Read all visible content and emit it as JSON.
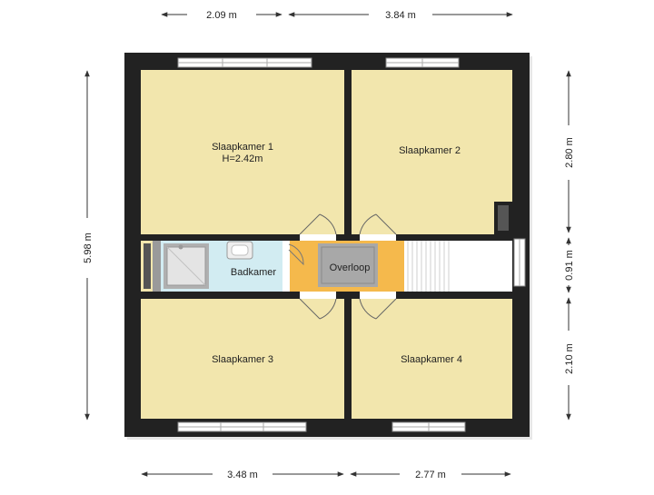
{
  "floorplan": {
    "rooms": {
      "bedroom1": {
        "name": "Slaapkamer 1",
        "height": "H=2.42m"
      },
      "bedroom2": {
        "name": "Slaapkamer 2"
      },
      "bedroom3": {
        "name": "Slaapkamer 3"
      },
      "bedroom4": {
        "name": "Slaapkamer 4"
      },
      "bathroom": {
        "name": "Badkamer"
      },
      "landing": {
        "name": "Overloop"
      }
    },
    "dimensions": {
      "top_left": "2.09 m",
      "top_right": "3.84 m",
      "bottom_left": "3.48 m",
      "bottom_right": "2.77 m",
      "left_total": "5.98 m",
      "right_top": "2.80 m",
      "right_middle": "0.91 m",
      "right_bottom": "2.10 m"
    },
    "colors": {
      "room_fill": "#f2e6ad",
      "bathroom_fill": "#d2ecf2",
      "landing_fill": "#f5b94c",
      "wall": "#222222",
      "dimension_line": "#333333"
    }
  }
}
